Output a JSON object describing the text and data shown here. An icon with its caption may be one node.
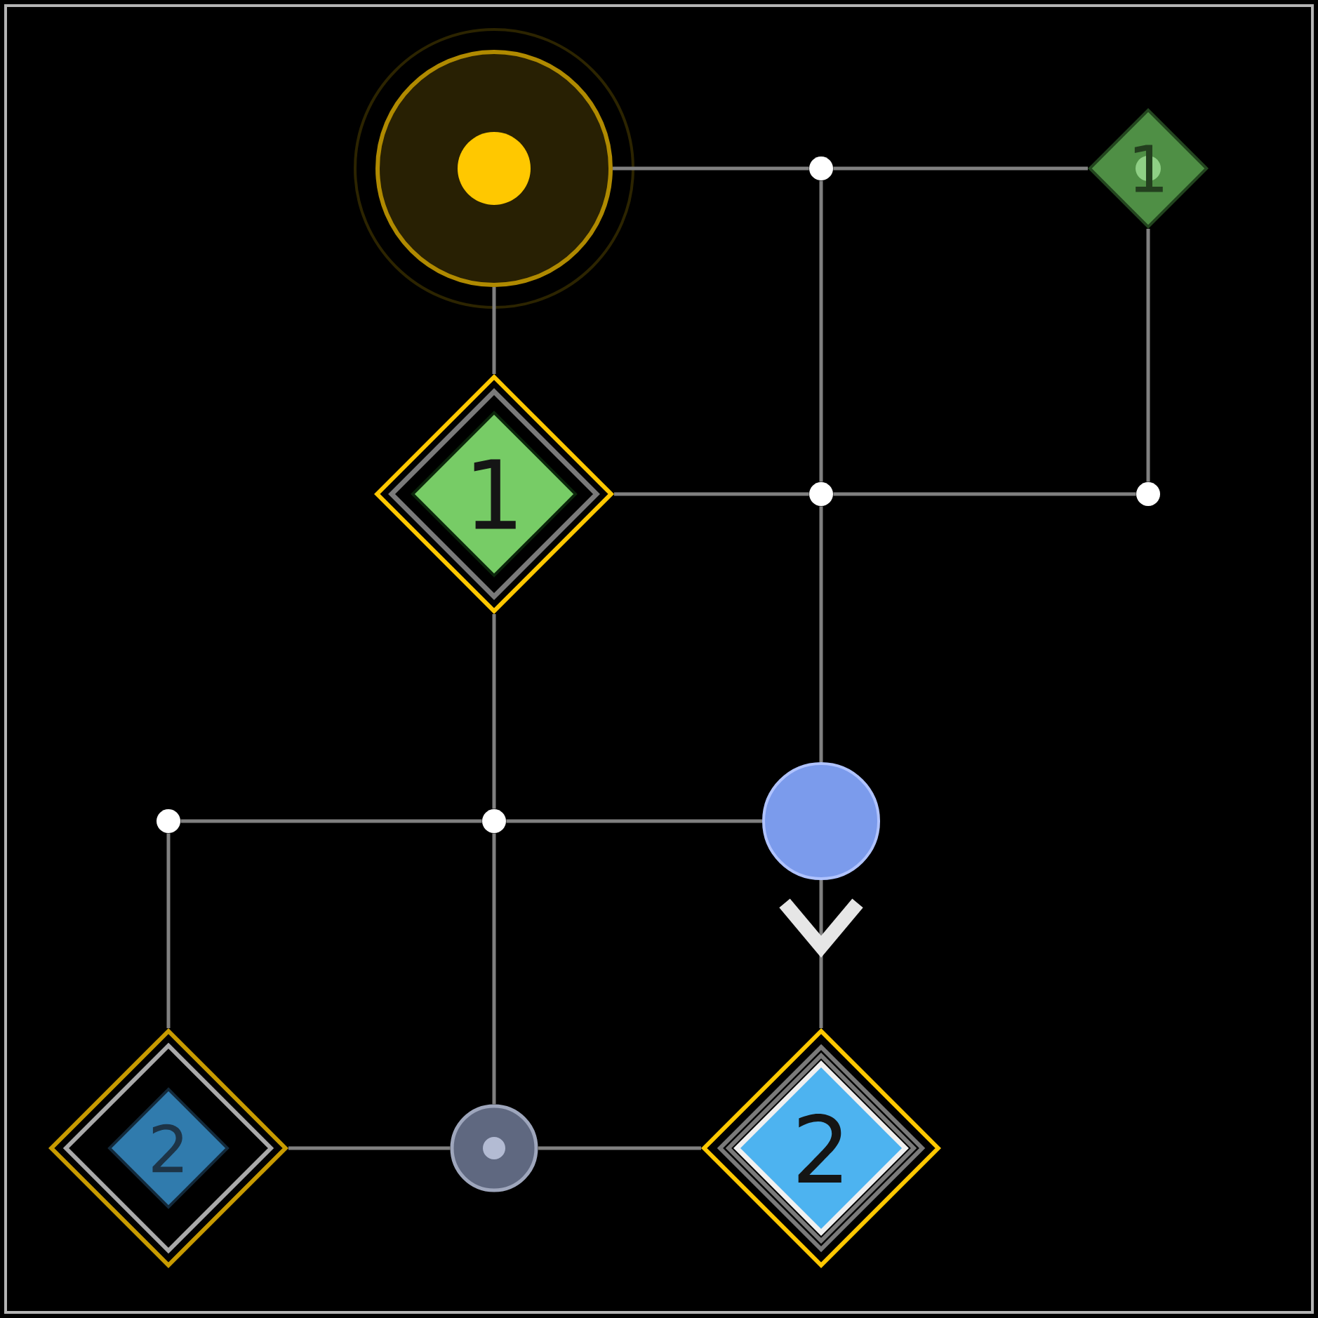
{
  "diagram": {
    "nodes": [
      {
        "text": [],
        "shape": "circle"
      },
      {
        "text": [],
        "shape": "circle"
      },
      {
        "text": [
          "1"
        ]
      },
      {
        "text": [
          "1"
        ]
      },
      {
        "text": [],
        "shape": "circle"
      },
      {
        "text": [],
        "shape": "circle"
      },
      {
        "text": [],
        "shape": "circle"
      },
      {
        "text": [],
        "shape": "circle"
      },
      {
        "text": [],
        "shape": "circle"
      },
      {
        "text": [
          "2"
        ]
      },
      {
        "text": [],
        "shape": "circle"
      },
      {
        "text": [
          "2"
        ]
      }
    ],
    "edges": [
      {
        "from": 0,
        "to": 1,
        "arrow": "none"
      },
      {
        "from": 1,
        "to": 2,
        "arrow": "none"
      },
      {
        "from": 0,
        "to": 3,
        "arrow": "none"
      },
      {
        "from": 1,
        "to": 4,
        "arrow": "none"
      },
      {
        "from": 2,
        "to": 5,
        "arrow": "none"
      },
      {
        "from": 3,
        "to": 4,
        "arrow": "none"
      },
      {
        "from": 4,
        "to": 5,
        "arrow": "none"
      },
      {
        "from": 3,
        "to": 7,
        "arrow": "none"
      },
      {
        "from": 4,
        "to": 8,
        "arrow": "none"
      },
      {
        "from": 6,
        "to": 7,
        "arrow": "none"
      },
      {
        "from": 7,
        "to": 8,
        "arrow": "none"
      },
      {
        "from": 6,
        "to": 9,
        "arrow": "none"
      },
      {
        "from": 7,
        "to": 10,
        "arrow": "none"
      },
      {
        "from": 9,
        "to": 10,
        "arrow": "none"
      },
      {
        "from": 10,
        "to": 11,
        "arrow": "none"
      },
      {
        "from": 8,
        "to": 11,
        "arrow": "to"
      }
    ]
  }
}
